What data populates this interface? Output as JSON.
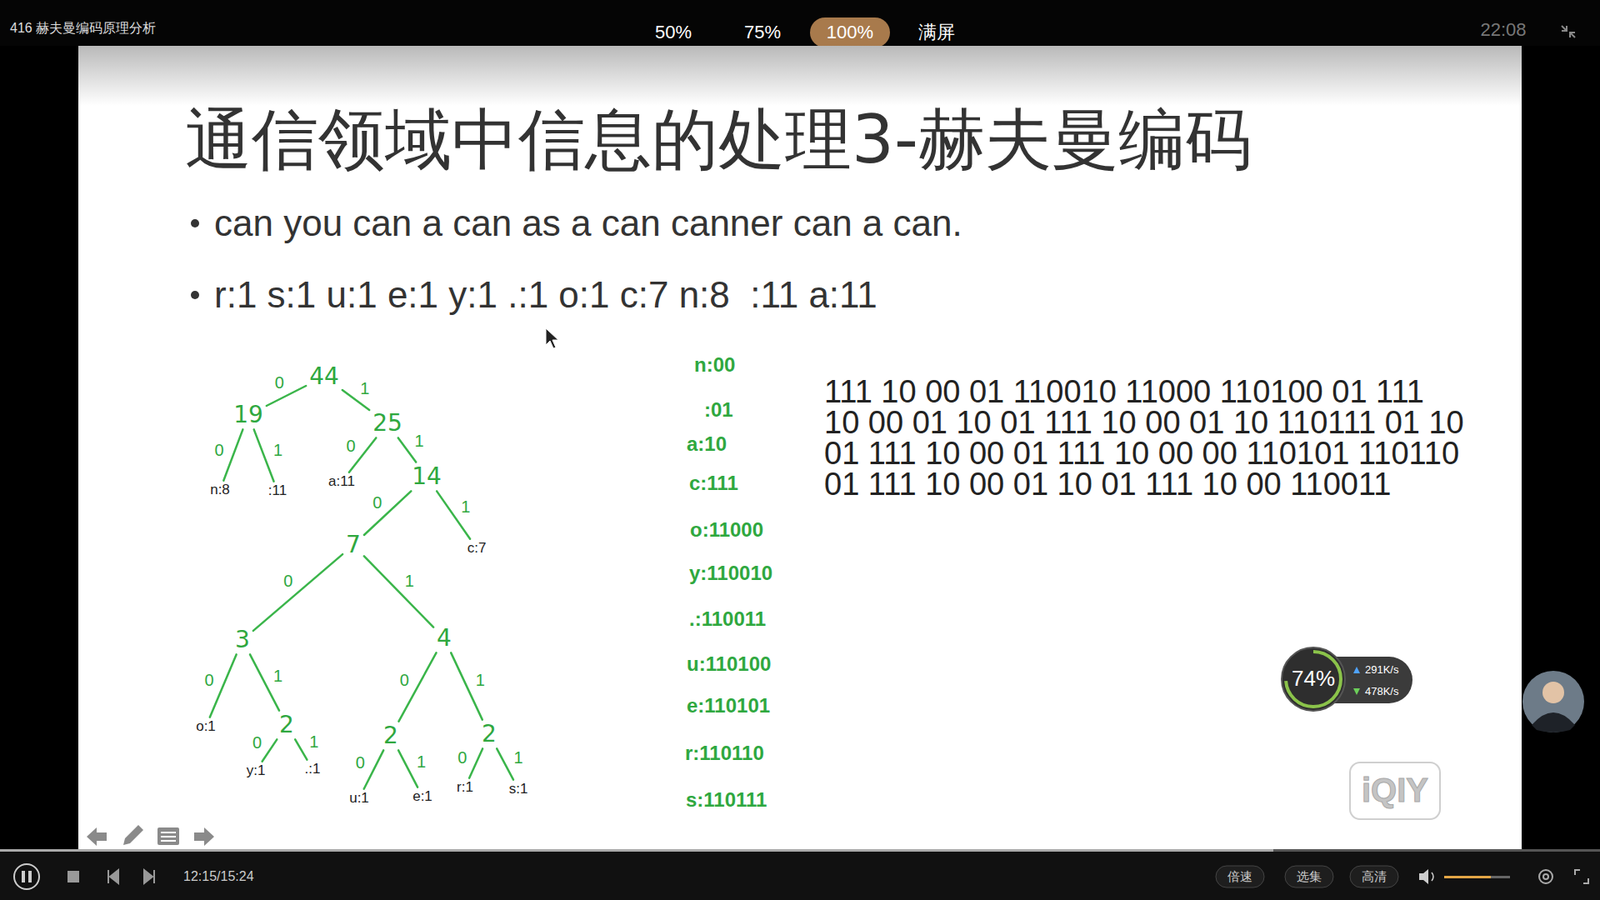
{
  "diagram": {
    "title": "通信领域中信息的处理3-赫夫曼编码",
    "nodes": [
      {
        "text": [
          "44"
        ]
      },
      {
        "text": [
          "19"
        ]
      },
      {
        "text": [
          "25"
        ]
      },
      {
        "text": [
          "n:8"
        ]
      },
      {
        "text": [
          ":11"
        ]
      },
      {
        "text": [
          "a:11"
        ]
      },
      {
        "text": [
          "14"
        ]
      },
      {
        "text": [
          "7"
        ]
      },
      {
        "text": [
          "c:7"
        ]
      },
      {
        "text": [
          "3"
        ]
      },
      {
        "text": [
          "4"
        ]
      },
      {
        "text": [
          "o:1"
        ]
      },
      {
        "text": [
          "2"
        ]
      },
      {
        "text": [
          "2"
        ]
      },
      {
        "text": [
          "2"
        ]
      },
      {
        "text": [
          "y:1"
        ]
      },
      {
        "text": [
          ".:1"
        ]
      },
      {
        "text": [
          "u:1"
        ]
      },
      {
        "text": [
          "e:1"
        ]
      },
      {
        "text": [
          "r:1"
        ]
      },
      {
        "text": [
          "s:1"
        ]
      }
    ],
    "edges": [
      {
        "from": 0,
        "to": 1,
        "arrow": "none",
        "label": "0"
      },
      {
        "from": 0,
        "to": 2,
        "arrow": "none",
        "label": "1"
      },
      {
        "from": 1,
        "to": 3,
        "arrow": "none",
        "label": "0"
      },
      {
        "from": 1,
        "to": 4,
        "arrow": "none",
        "label": "1"
      },
      {
        "from": 2,
        "to": 5,
        "arrow": "none",
        "label": "0"
      },
      {
        "from": 2,
        "to": 6,
        "arrow": "none",
        "label": "1"
      },
      {
        "from": 6,
        "to": 7,
        "arrow": "none",
        "label": "0"
      },
      {
        "from": 6,
        "to": 8,
        "arrow": "none",
        "label": "1"
      },
      {
        "from": 7,
        "to": 9,
        "arrow": "none",
        "label": "0"
      },
      {
        "from": 7,
        "to": 10,
        "arrow": "none",
        "label": "1"
      },
      {
        "from": 9,
        "to": 11,
        "arrow": "none",
        "label": "0"
      },
      {
        "from": 9,
        "to": 12,
        "arrow": "none",
        "label": "1"
      },
      {
        "from": 10,
        "to": 13,
        "arrow": "none",
        "label": "0"
      },
      {
        "from": 10,
        "to": 14,
        "arrow": "none",
        "label": "1"
      },
      {
        "from": 12,
        "to": 15,
        "arrow": "none",
        "label": "0"
      },
      {
        "from": 12,
        "to": 16,
        "arrow": "none",
        "label": "1"
      },
      {
        "from": 13,
        "to": 17,
        "arrow": "none",
        "label": "0"
      },
      {
        "from": 13,
        "to": 18,
        "arrow": "none",
        "label": "1"
      },
      {
        "from": 14,
        "to": 19,
        "arrow": "none",
        "label": "0"
      },
      {
        "from": 14,
        "to": 20,
        "arrow": "none",
        "label": "1"
      }
    ],
    "labels": [
      "416 赫夫曼编码原理分析",
      "50%",
      "75%",
      "100%",
      "满屏",
      "22:08",
      "can you can a can as a can canner can a can.",
      "r:1 s:1 u:1 e:1 y:1 .:1 o:1 c:7 n:8  :11 a:11",
      "n:00",
      ":01",
      "a:10",
      "c:111",
      "o:11000",
      "y:110010",
      ".:110011",
      "u:110100",
      "e:110101",
      "r:110110",
      "s:110111",
      "111 10 00 01 110010 11000 110100 01 111 10 00 01 10 01 111 10 00 01 10 110111 01 10 01 111 10 00 01 111 10 00 00 110101 110110 01 111 10 00 01 10 01 111 10 00 110011",
      "74%",
      "291K/s",
      "478K/s",
      "iQIY",
      "12:15/15:24",
      "倍速",
      "选集",
      "高清"
    ]
  }
}
